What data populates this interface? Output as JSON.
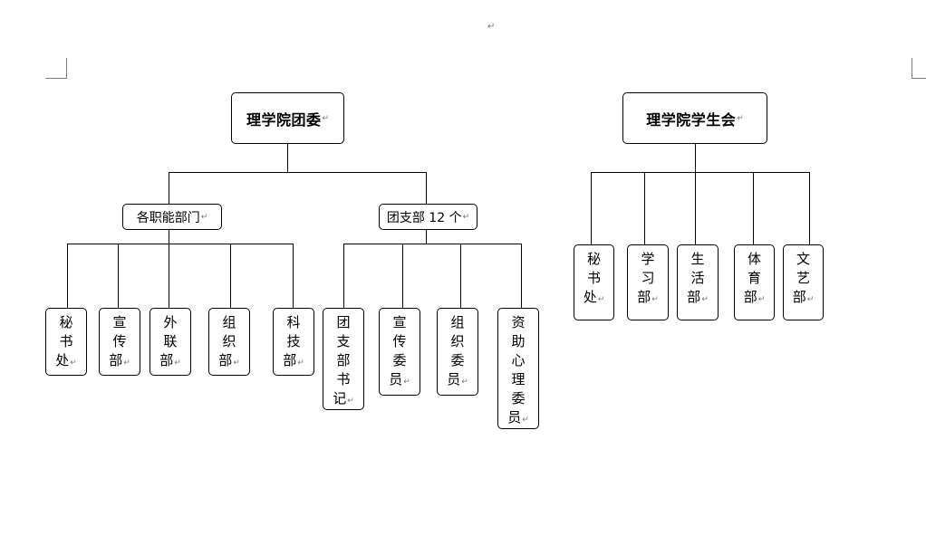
{
  "paragraph_mark": "↵",
  "left_org": {
    "root": "理学院团委",
    "branches": [
      {
        "label": "各职能部门",
        "children": [
          "秘\n书\n处",
          "宣\n传\n部",
          "外\n联\n部",
          "组\n织\n部",
          "科\n技\n部"
        ]
      },
      {
        "label": "团支部 12 个",
        "children": [
          "团\n支\n部\n书\n记",
          "宣\n传\n委\n员",
          "组\n织\n委\n员",
          "资\n助\n心\n理\n委\n员"
        ]
      }
    ]
  },
  "right_org": {
    "root": "理学院学生会",
    "children": [
      "秘\n书\n处",
      "学\n习\n部",
      "生\n活\n部",
      "体\n育\n部",
      "文\n艺\n部"
    ]
  }
}
